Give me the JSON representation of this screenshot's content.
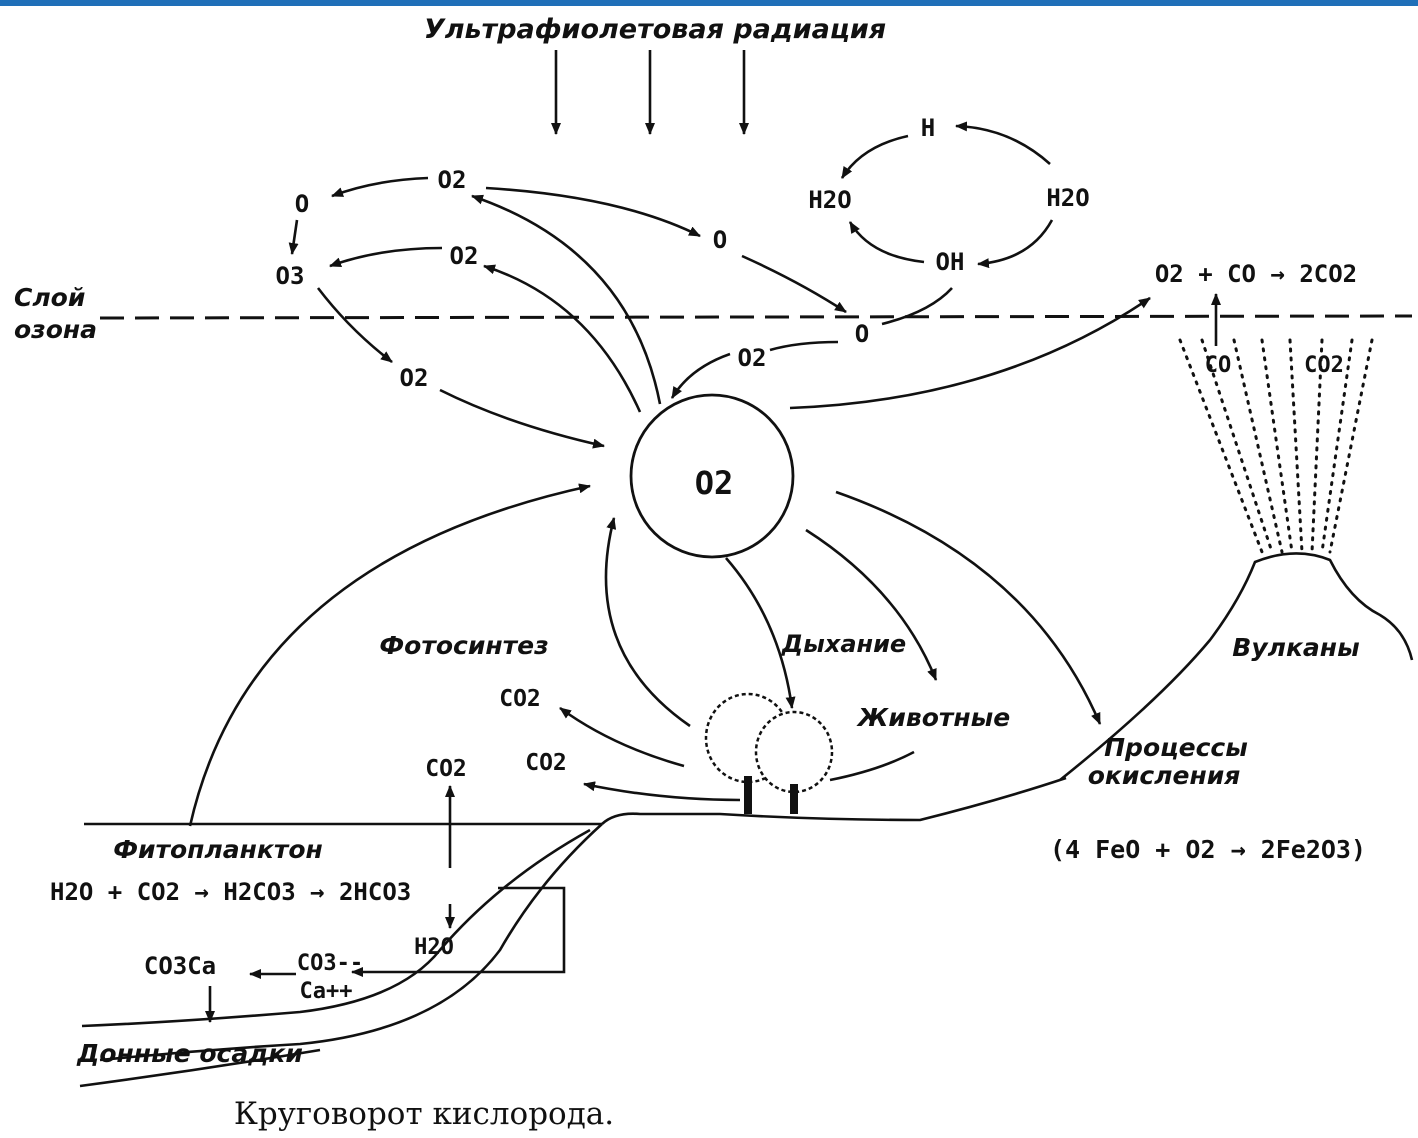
{
  "colors": {
    "accent_bar": "#1f6fb8",
    "ink": "#111111",
    "background": "#ffffff"
  },
  "title": "Ультрафиолетовая радиация",
  "caption": "Круговорот кислорода.",
  "labels": {
    "ozone_layer_1": "Слой",
    "ozone_layer_2": "озона",
    "photosynthesis": "Фотосинтез",
    "respiration": "Дыхание",
    "animals": "Животные",
    "volcanoes": "Вулканы",
    "oxidation_1": "Процессы",
    "oxidation_2": "окисления",
    "phytoplankton": "Фитопланктон",
    "sediments": "Донные осадки"
  },
  "chem": {
    "center": "O2",
    "o2_top": "O2",
    "o_left": "O",
    "o3": "O3",
    "o2_mid": "O2",
    "o2_low": "O2",
    "o_right": "O",
    "o_ozone": "O",
    "o2_return": "O2",
    "h": "H",
    "h2o_left": "H2O",
    "h2o_right": "H2O",
    "oh": "OH",
    "co_reaction": "O2 + CO → 2CO2",
    "co": "CO",
    "co2_volcano": "CO2",
    "co2_plant_1": "CO2",
    "co2_plant_2": "CO2",
    "co2_sea": "CO2",
    "iron_reaction": "(4 FeO + O2 → 2Fe2O3)",
    "sea_reaction": "H2O + CO2 → H2CO3 → 2HCO3",
    "h2o_sea": "H2O",
    "co3ca": "CO3Ca",
    "co3_ion": "CO3--",
    "ca_ion": "Ca++"
  }
}
